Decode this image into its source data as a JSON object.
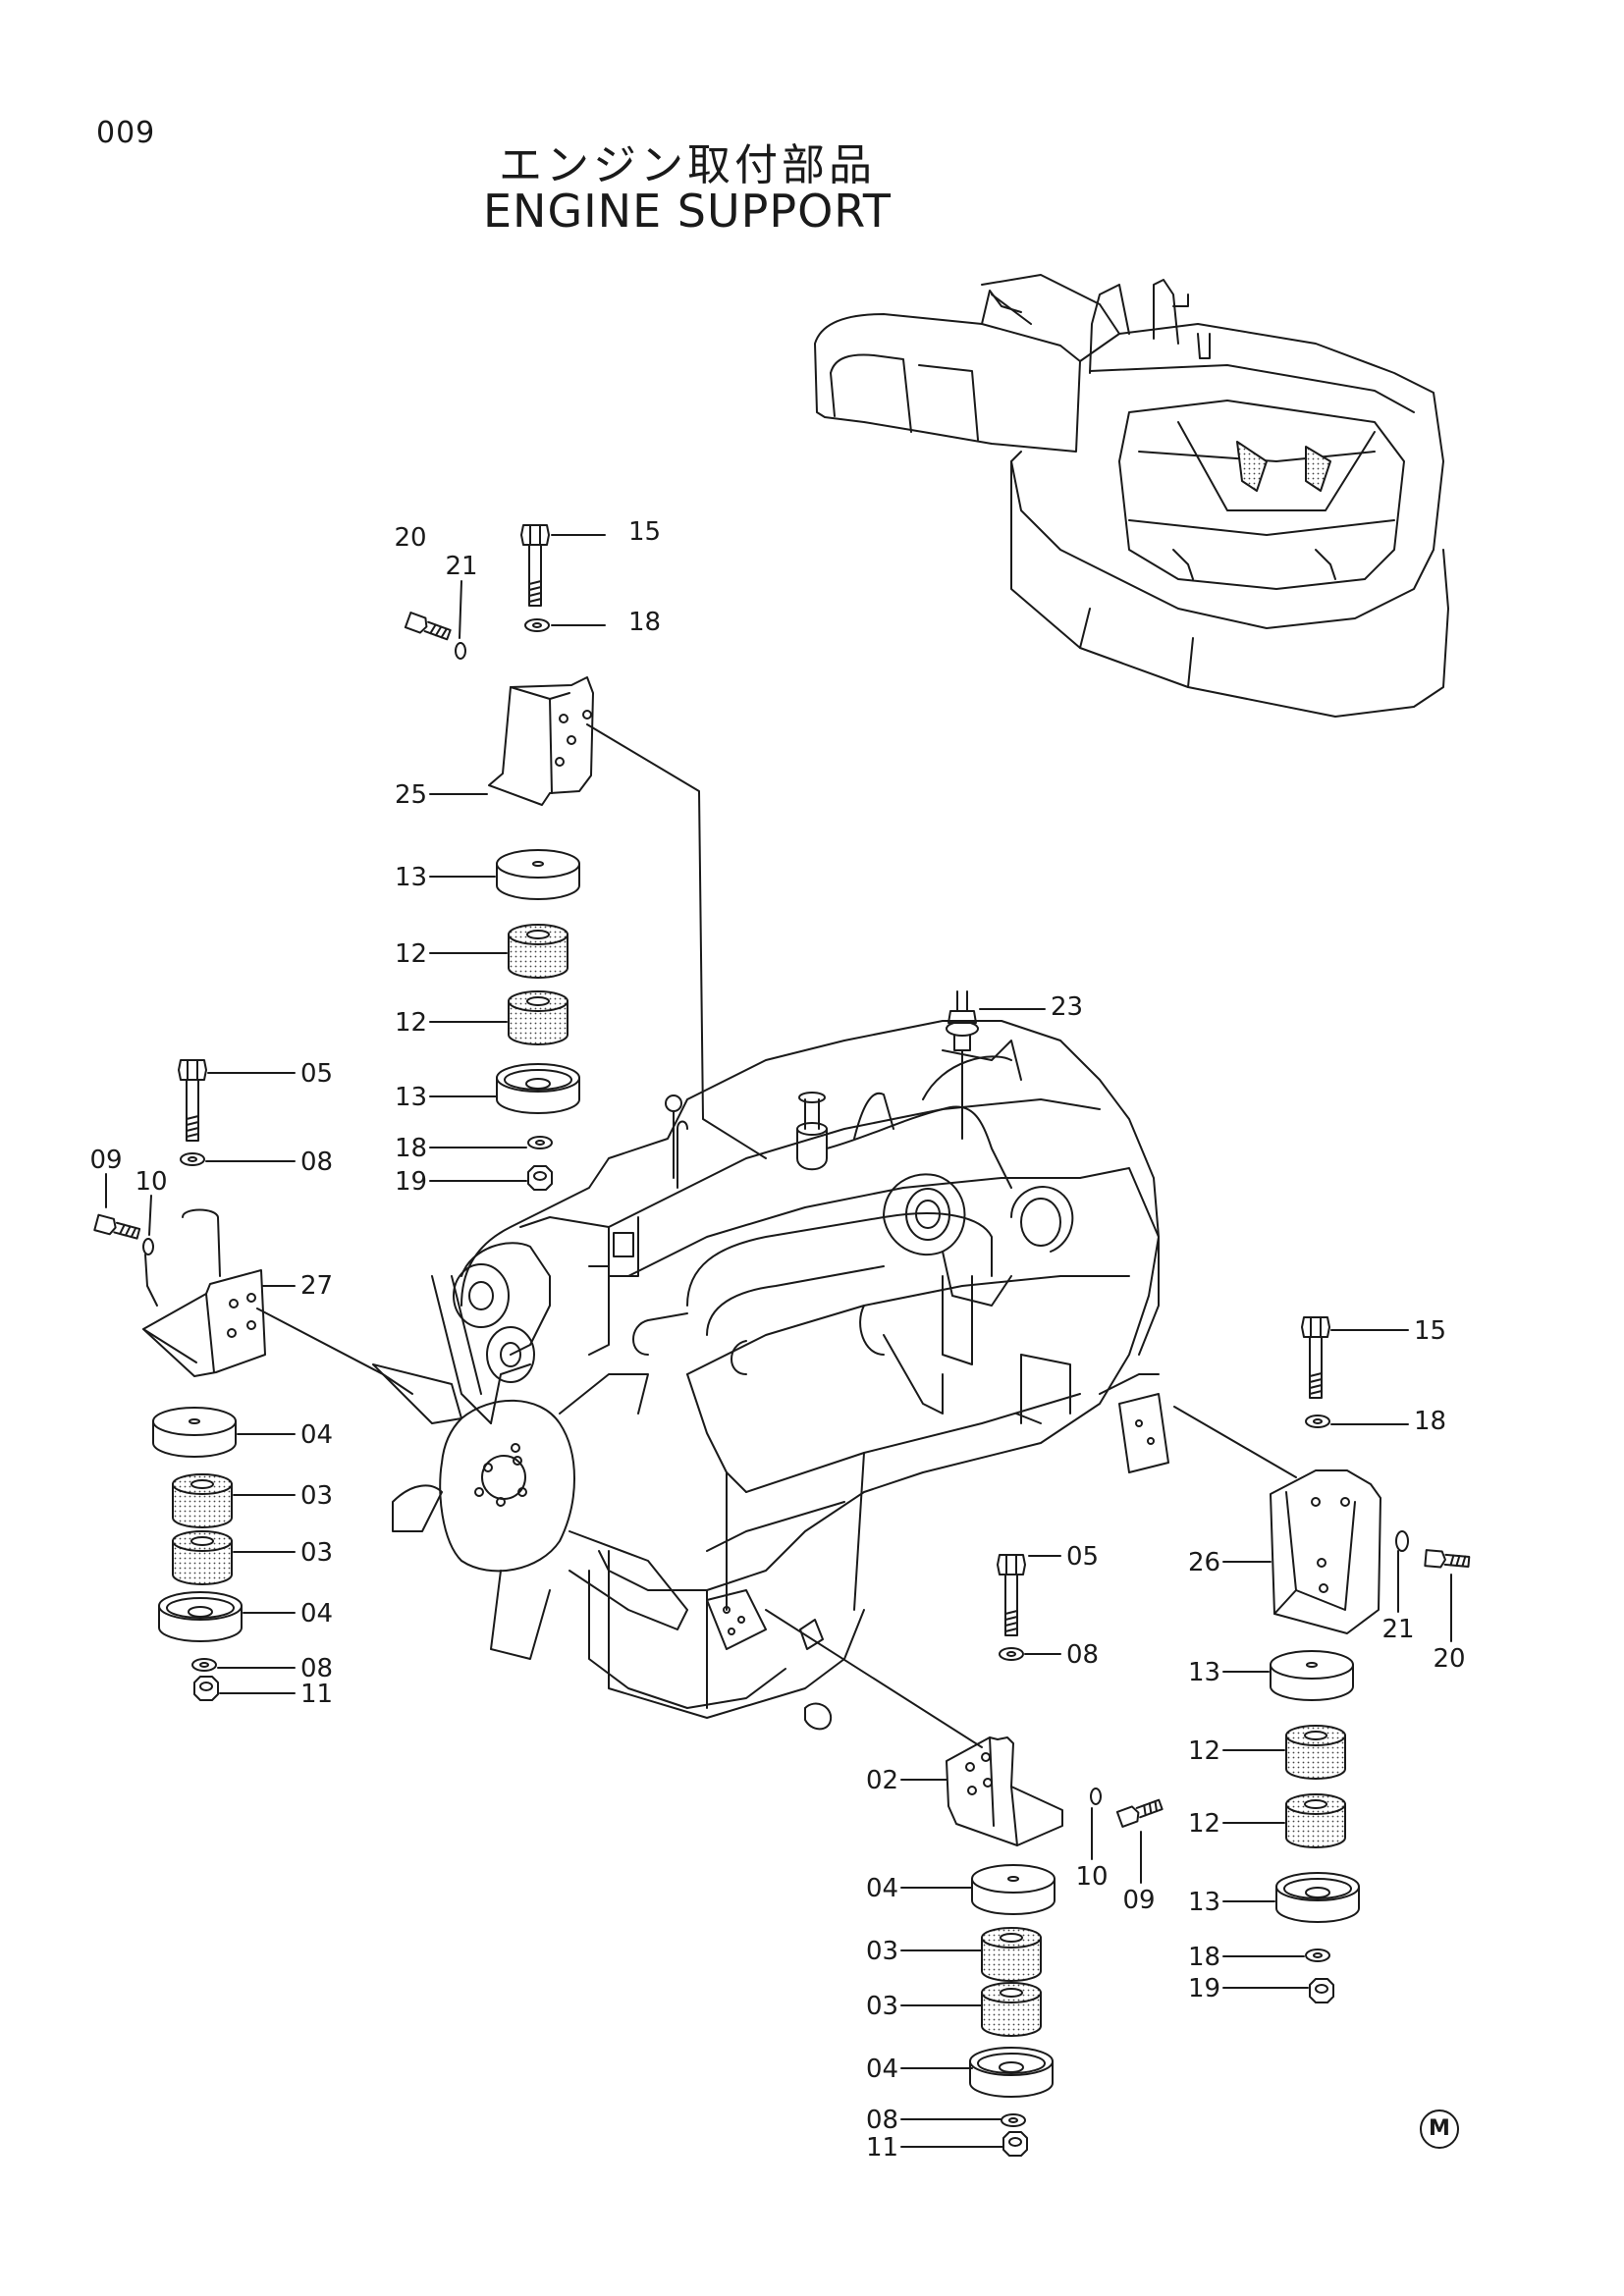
{
  "header": {
    "page_number": "009",
    "title_ja": "エンジン取付部品",
    "title_en": "ENGINE SUPPORT"
  },
  "footer": {
    "mark": "M"
  },
  "callouts": [
    {
      "id": "c20a",
      "label": "20"
    },
    {
      "id": "c15a",
      "label": "15"
    },
    {
      "id": "c21a",
      "label": "21"
    },
    {
      "id": "c18a",
      "label": "18"
    },
    {
      "id": "c25",
      "label": "25"
    },
    {
      "id": "c13a",
      "label": "13"
    },
    {
      "id": "c12a",
      "label": "12"
    },
    {
      "id": "c12b",
      "label": "12"
    },
    {
      "id": "c13b",
      "label": "13"
    },
    {
      "id": "c18b",
      "label": "18"
    },
    {
      "id": "c19a",
      "label": "19"
    },
    {
      "id": "c23",
      "label": "23"
    },
    {
      "id": "c05a",
      "label": "05"
    },
    {
      "id": "c08a",
      "label": "08"
    },
    {
      "id": "c09a",
      "label": "09"
    },
    {
      "id": "c10a",
      "label": "10"
    },
    {
      "id": "c27",
      "label": "27"
    },
    {
      "id": "c04a",
      "label": "04"
    },
    {
      "id": "c03a",
      "label": "03"
    },
    {
      "id": "c03b",
      "label": "03"
    },
    {
      "id": "c04b",
      "label": "04"
    },
    {
      "id": "c08b",
      "label": "08"
    },
    {
      "id": "c11a",
      "label": "11"
    },
    {
      "id": "c15b",
      "label": "15"
    },
    {
      "id": "c18c",
      "label": "18"
    },
    {
      "id": "c26",
      "label": "26"
    },
    {
      "id": "c21b",
      "label": "21"
    },
    {
      "id": "c20b",
      "label": "20"
    },
    {
      "id": "c13c",
      "label": "13"
    },
    {
      "id": "c12c",
      "label": "12"
    },
    {
      "id": "c12d",
      "label": "12"
    },
    {
      "id": "c13d",
      "label": "13"
    },
    {
      "id": "c18d",
      "label": "18"
    },
    {
      "id": "c19b",
      "label": "19"
    },
    {
      "id": "c05b",
      "label": "05"
    },
    {
      "id": "c08c",
      "label": "08"
    },
    {
      "id": "c02",
      "label": "02"
    },
    {
      "id": "c10b",
      "label": "10"
    },
    {
      "id": "c09b",
      "label": "09"
    },
    {
      "id": "c04c",
      "label": "04"
    },
    {
      "id": "c03c",
      "label": "03"
    },
    {
      "id": "c03d",
      "label": "03"
    },
    {
      "id": "c04d",
      "label": "04"
    },
    {
      "id": "c08d",
      "label": "08"
    },
    {
      "id": "c11b",
      "label": "11"
    }
  ]
}
